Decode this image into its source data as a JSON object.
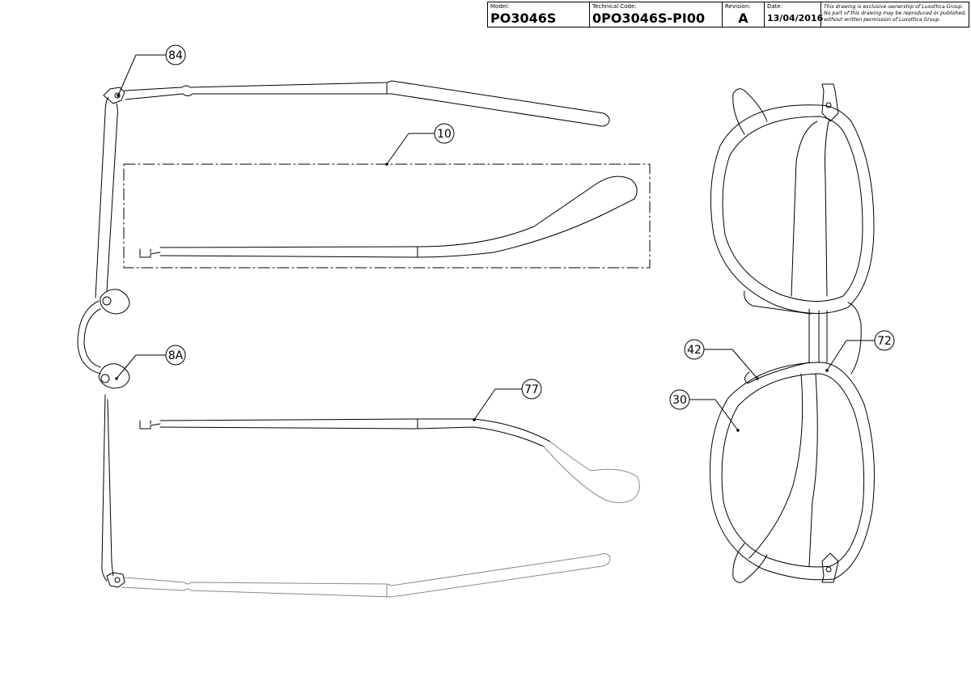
{
  "title_block": {
    "model_label": "Model:",
    "model_value": "PO3046S",
    "technical_code_label": "Technical Code:",
    "technical_code_value": "0PO3046S-PI00",
    "revision_label": "Revision:",
    "revision_value": "A",
    "date_label": "Date:",
    "date_value": "13/04/2016",
    "notice_line_1": "This drawing is exclusive ownership of Luxottica Group.",
    "notice_line_2": "No part of this drawing may be reproduced or published,",
    "notice_line_3": "without written permission of Luxottica Group."
  },
  "callouts": {
    "c84": "84",
    "c10": "10",
    "c8a": "8A",
    "c77": "77",
    "c42": "42",
    "c72": "72",
    "c30": "30"
  },
  "colors": {
    "line": "#000000",
    "line_light": "#8a8a8a",
    "paper": "#ffffff"
  }
}
